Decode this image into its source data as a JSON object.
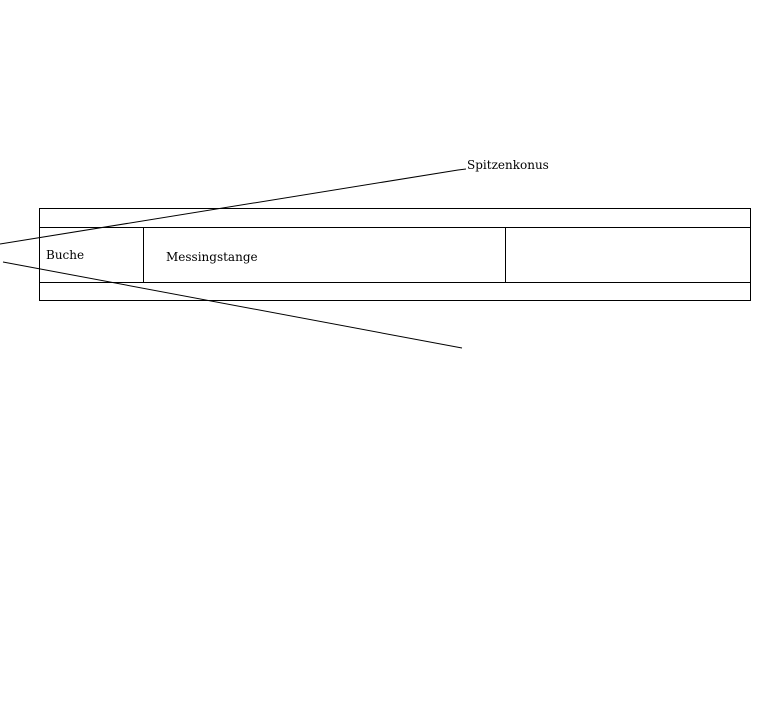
{
  "labels": {
    "tip_cone": "Spitzenkonus",
    "beech": "Buche",
    "brass_rod": "Messingstange"
  }
}
